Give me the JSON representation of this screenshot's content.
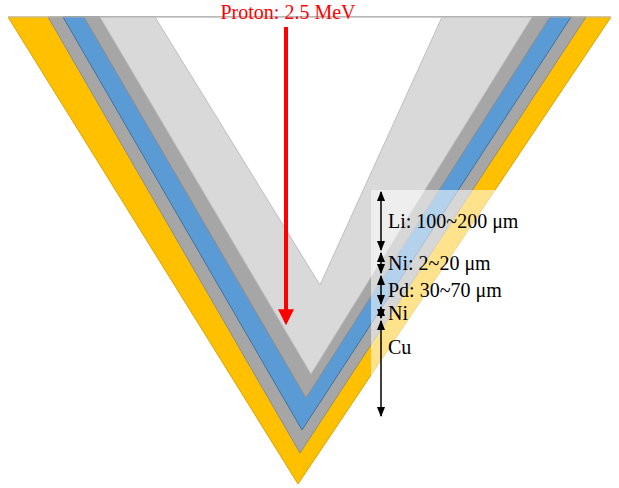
{
  "diagram": {
    "labels": [
      "Proton: 2.5 MeV",
      "Li: 100~200 μm",
      "Ni: 2~20 μm",
      "Pd: 30~70 μm",
      "Ni",
      "Cu"
    ]
  }
}
